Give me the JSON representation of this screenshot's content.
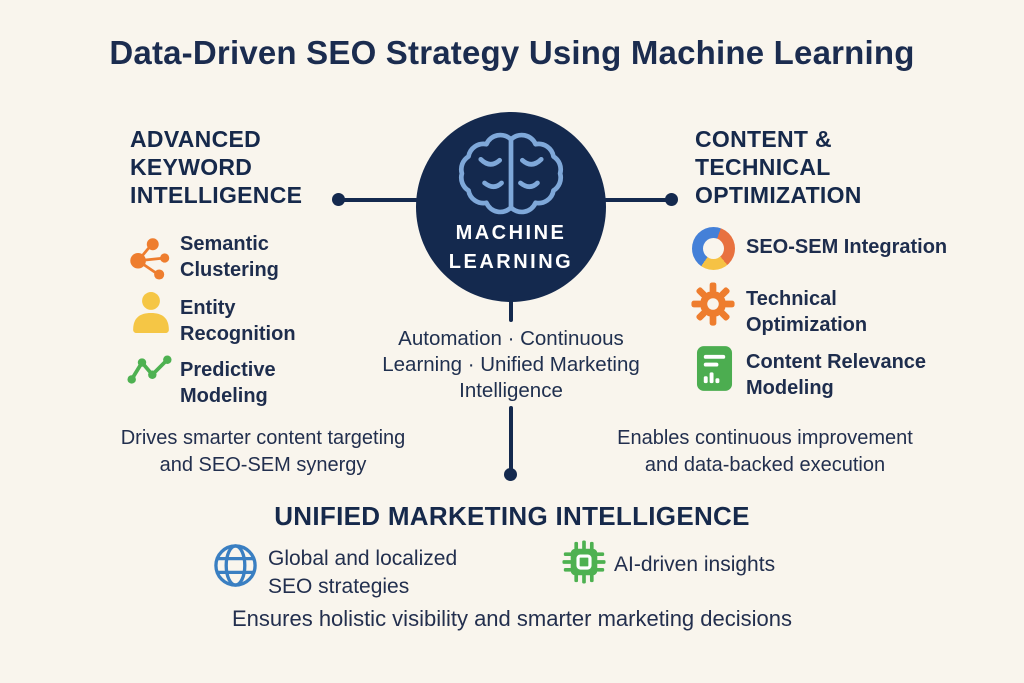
{
  "colors": {
    "background": "#f9f5ed",
    "navy": "#14294e",
    "heading_text": "#1b2c4f",
    "body_text": "#222f4e",
    "orange": "#ee7d2e",
    "yellow": "#f5c645",
    "green": "#4cad50",
    "bright_green": "#4eb151",
    "blue": "#3a7fc2",
    "brain_blue": "#7fa8d9",
    "donut_blue": "#4480d8",
    "donut_orange": "#e8713f",
    "donut_yellow": "#f6c244"
  },
  "title": "Data-Driven SEO Strategy Using Machine Learning",
  "center": {
    "icon": "brain-icon",
    "line1": "MACHINE",
    "line2": "LEARNING",
    "subtext_lines": [
      "Automation · Continuous",
      "Learning · Unified Marketing",
      "Intelligence"
    ]
  },
  "left": {
    "heading": "ADVANCED KEYWORD INTELLIGENCE",
    "items": [
      {
        "icon": "cluster-icon",
        "label": "Semantic Clustering"
      },
      {
        "icon": "person-icon",
        "label": "Entity Recognition"
      },
      {
        "icon": "trend-icon",
        "label": "Predictive Modeling"
      }
    ],
    "summary_lines": [
      "Drives smarter content targeting",
      "and SEO-SEM synergy"
    ]
  },
  "right": {
    "heading": "CONTENT & TECHNICAL OPTIMIZATION",
    "items": [
      {
        "icon": "donut-icon",
        "label": "SEO-SEM Integration"
      },
      {
        "icon": "gear-icon",
        "label": "Technical Optimization"
      },
      {
        "icon": "document-icon",
        "label": "Content Relevance Modeling"
      }
    ],
    "summary_lines": [
      "Enables continuous improvement",
      "and data-backed execution"
    ]
  },
  "bottom": {
    "heading": "UNIFIED MARKETING INTELLIGENCE",
    "items": [
      {
        "icon": "globe-icon",
        "label": "Global and localized SEO strategies"
      },
      {
        "icon": "chip-icon",
        "label": "AI-driven insights"
      }
    ],
    "summary": "Ensures holistic visibility and smarter marketing decisions"
  }
}
